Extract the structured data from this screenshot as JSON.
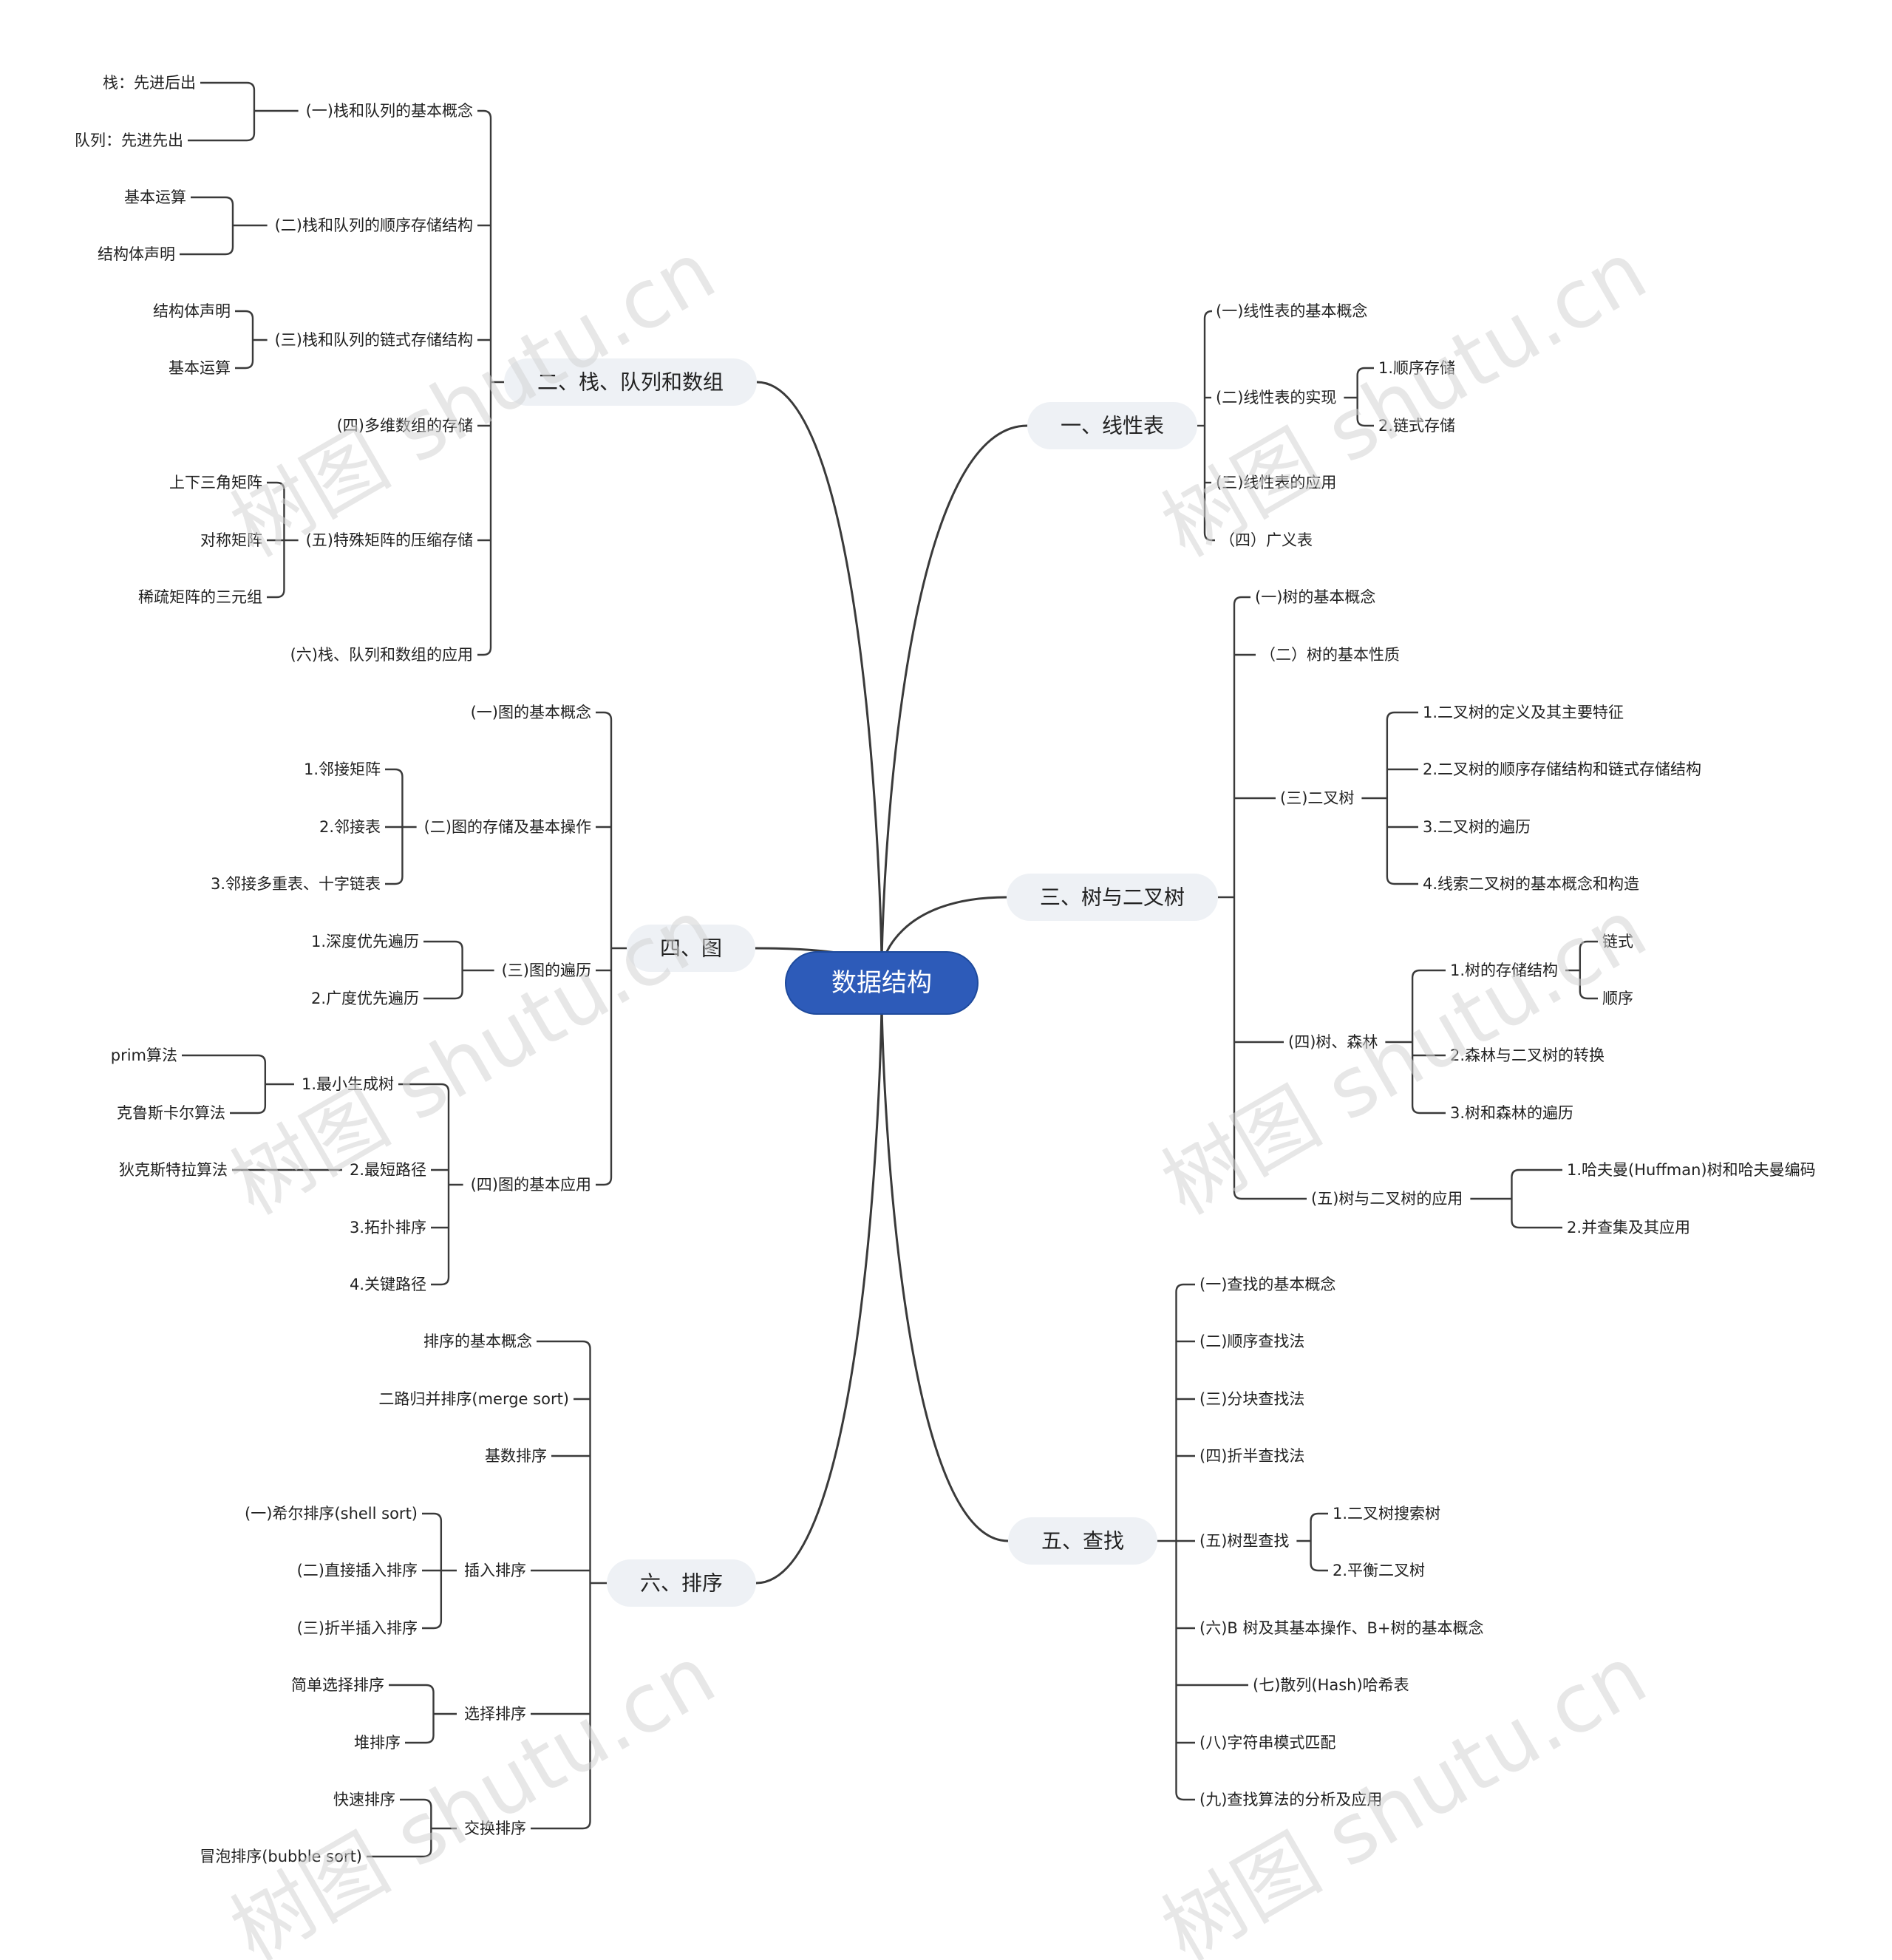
{
  "colors": {
    "background": "#ffffff",
    "line": "#3a3a3a",
    "root_fill": "#2d5bb9",
    "root_text": "#ffffff",
    "branch_fill": "#eef1f5",
    "branch_text": "#222222",
    "leaf_text": "#222222",
    "watermark": "#d4d4d4"
  },
  "watermark": "树图 shutu.cn",
  "root": {
    "label": "数据结构"
  },
  "branches": [
    {
      "label": "一、线性表",
      "children": [
        {
          "label": "(一)线性表的基本概念"
        },
        {
          "label": "(二)线性表的实现",
          "children": [
            {
              "label": "1.顺序存储"
            },
            {
              "label": "2.链式存储"
            }
          ]
        },
        {
          "label": "(三)线性表的应用"
        },
        {
          "label": "（四）广义表"
        }
      ]
    },
    {
      "label": "三、树与二叉树",
      "children": [
        {
          "label": "(一)树的基本概念"
        },
        {
          "label": "（二）树的基本性质"
        },
        {
          "label": "(三)二叉树",
          "children": [
            {
              "label": "1.二叉树的定义及其主要特征"
            },
            {
              "label": "2.二叉树的顺序存储结构和链式存储结构"
            },
            {
              "label": "3.二叉树的遍历"
            },
            {
              "label": "4.线索二叉树的基本概念和构造"
            }
          ]
        },
        {
          "label": "(四)树、森林",
          "children": [
            {
              "label": "1.树的存储结构",
              "children": [
                {
                  "label": "链式"
                },
                {
                  "label": "顺序"
                }
              ]
            },
            {
              "label": "2.森林与二叉树的转换"
            },
            {
              "label": "3.树和森林的遍历"
            }
          ]
        },
        {
          "label": "(五)树与二叉树的应用",
          "children": [
            {
              "label": "1.哈夫曼(Huffman)树和哈夫曼编码"
            },
            {
              "label": "2.并查集及其应用"
            }
          ]
        }
      ]
    },
    {
      "label": "五、查找",
      "children": [
        {
          "label": "(一)查找的基本概念"
        },
        {
          "label": "(二)顺序查找法"
        },
        {
          "label": "(三)分块查找法"
        },
        {
          "label": "(四)折半查找法"
        },
        {
          "label": "(五)树型查找",
          "children": [
            {
              "label": "1.二叉树搜索树"
            },
            {
              "label": "2.平衡二叉树"
            }
          ]
        },
        {
          "label": "(六)B 树及其基本操作、B+树的基本概念"
        },
        {
          "label": "(七)散列(Hash)哈希表"
        },
        {
          "label": "(八)字符串模式匹配"
        },
        {
          "label": "(九)查找算法的分析及应用"
        }
      ]
    },
    {
      "label": "二、栈、队列和数组",
      "children": [
        {
          "label": "(一)栈和队列的基本概念",
          "children": [
            {
              "label": "栈：先进后出"
            },
            {
              "label": "队列：先进先出"
            }
          ]
        },
        {
          "label": "(二)栈和队列的顺序存储结构",
          "children": [
            {
              "label": "基本运算"
            },
            {
              "label": "结构体声明"
            }
          ]
        },
        {
          "label": "(三)栈和队列的链式存储结构",
          "children": [
            {
              "label": "结构体声明"
            },
            {
              "label": "基本运算"
            }
          ]
        },
        {
          "label": "(四)多维数组的存储"
        },
        {
          "label": "(五)特殊矩阵的压缩存储",
          "children": [
            {
              "label": "上下三角矩阵"
            },
            {
              "label": "对称矩阵"
            },
            {
              "label": "稀疏矩阵的三元组"
            }
          ]
        },
        {
          "label": "(六)栈、队列和数组的应用"
        }
      ]
    },
    {
      "label": "四、图",
      "children": [
        {
          "label": "(一)图的基本概念"
        },
        {
          "label": "(二)图的存储及基本操作",
          "children": [
            {
              "label": "1.邻接矩阵"
            },
            {
              "label": "2.邻接表"
            },
            {
              "label": "3.邻接多重表、十字链表"
            }
          ]
        },
        {
          "label": "(三)图的遍历",
          "children": [
            {
              "label": "1.深度优先遍历"
            },
            {
              "label": "2.广度优先遍历"
            }
          ]
        },
        {
          "label": "(四)图的基本应用",
          "children": [
            {
              "label": "1.最小生成树",
              "children": [
                {
                  "label": "prim算法"
                },
                {
                  "label": "克鲁斯卡尔算法"
                }
              ]
            },
            {
              "label": "2.最短路径",
              "children": [
                {
                  "label": "狄克斯特拉算法"
                }
              ]
            },
            {
              "label": "3.拓扑排序"
            },
            {
              "label": "4.关键路径"
            }
          ]
        }
      ]
    },
    {
      "label": "六、排序",
      "children": [
        {
          "label": "排序的基本概念"
        },
        {
          "label": "二路归并排序(merge sort)"
        },
        {
          "label": "基数排序"
        },
        {
          "label": "插入排序",
          "children": [
            {
              "label": "(一)希尔排序(shell sort)"
            },
            {
              "label": "(二)直接插入排序"
            },
            {
              "label": "(三)折半插入排序"
            }
          ]
        },
        {
          "label": "选择排序",
          "children": [
            {
              "label": "简单选择排序"
            },
            {
              "label": "堆排序"
            }
          ]
        },
        {
          "label": "交换排序",
          "children": [
            {
              "label": "快速排序"
            },
            {
              "label": "冒泡排序(bubble sort)"
            }
          ]
        }
      ]
    }
  ]
}
